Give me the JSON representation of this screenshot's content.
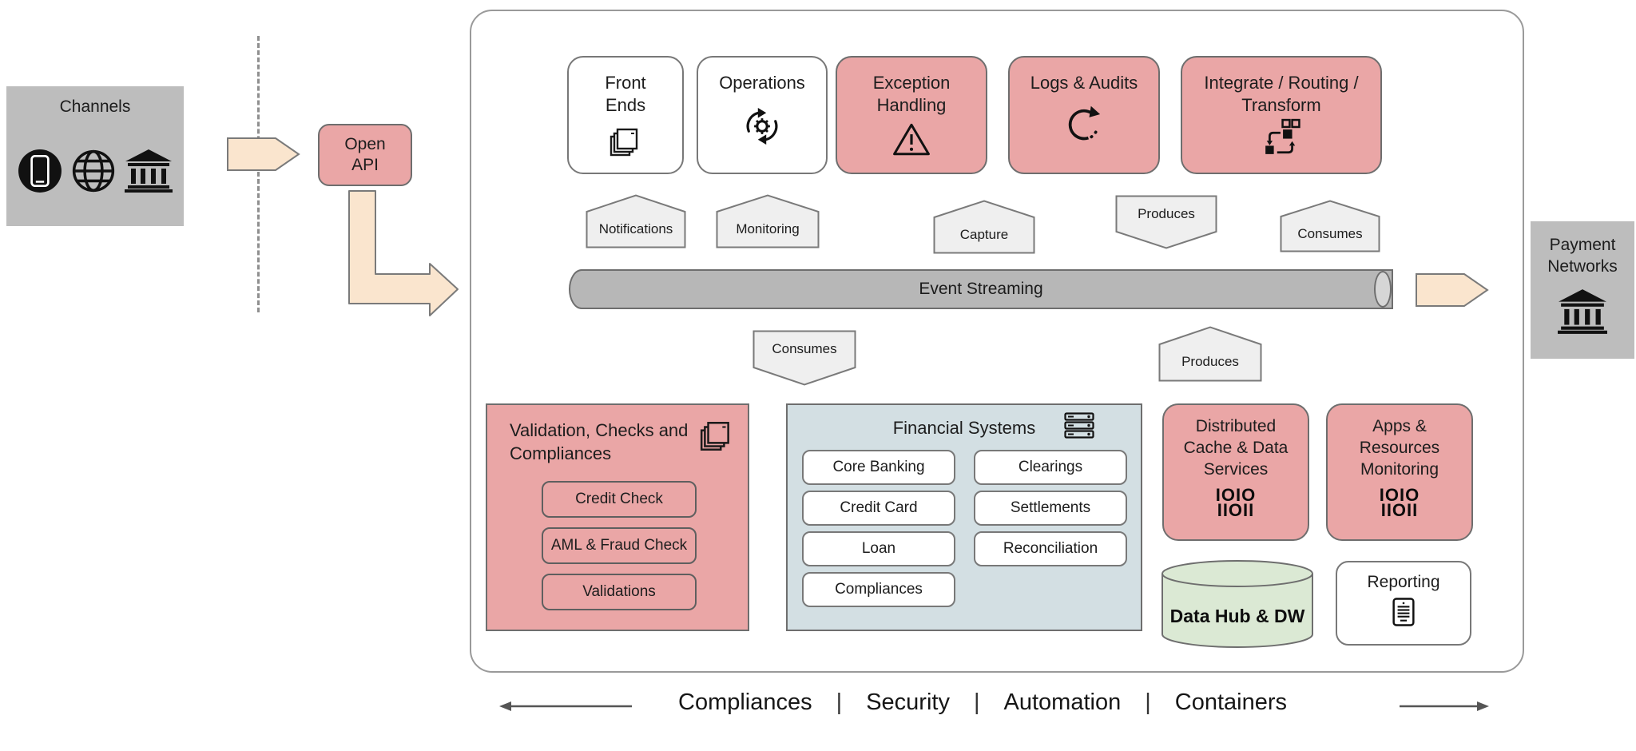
{
  "colors": {
    "pink": "#EAA6A6",
    "light_gray_tag": "#EFEFEF",
    "gray_band": "#BDBDBD",
    "peach_arrow": "#FAE5CE",
    "financial_blue": "#D3DFE3",
    "data_hub_green": "#DBE9D4",
    "stream_gray": "#B7B7B7"
  },
  "channels": {
    "title": "Channels",
    "icons": [
      "mobile-icon",
      "globe-icon",
      "bank-icon"
    ]
  },
  "open_api": {
    "label": "Open API"
  },
  "top_row": {
    "front_ends": "Front Ends",
    "operations": "Operations",
    "exception_handling": "Exception Handling",
    "logs_audits": "Logs & Audits",
    "integrate": "Integrate / Routing / Transform",
    "icons": [
      "pages-icon",
      "cycle-gear-icon",
      "warning-icon",
      "refresh-icon",
      "transform-icon"
    ]
  },
  "tags": {
    "notifications": "Notifications",
    "monitoring": "Monitoring",
    "capture": "Capture",
    "produces_top": "Produces",
    "consumes_top": "Consumes",
    "consumes_bottom": "Consumes",
    "produces_bottom": "Produces"
  },
  "event_streaming": {
    "label": "Event Streaming"
  },
  "payment_networks": {
    "title": "Payment Networks",
    "icon": "bank-icon"
  },
  "validation": {
    "title": "Validation, Checks and Compliances",
    "icon": "pages-icon",
    "items": [
      "Credit Check",
      "AML & Fraud Check",
      "Validations"
    ]
  },
  "financial": {
    "title": "Financial Systems",
    "icon": "server-icon",
    "left_items": [
      "Core Banking",
      "Credit Card",
      "Loan",
      "Compliances"
    ],
    "right_items": [
      "Clearings",
      "Settlements",
      "Reconciliation"
    ]
  },
  "services": {
    "distributed_cache": "Distributed Cache & Data Services",
    "apps_monitoring": "Apps & Resources Monitoring",
    "binary_line1": "IOIO",
    "binary_line2": "IIOII",
    "data_hub": "Data Hub & DW",
    "reporting": "Reporting",
    "reporting_icon": "report-doc-icon"
  },
  "footer": {
    "labels": [
      "Compliances",
      "Security",
      "Automation",
      "Containers"
    ],
    "separator": "|"
  }
}
